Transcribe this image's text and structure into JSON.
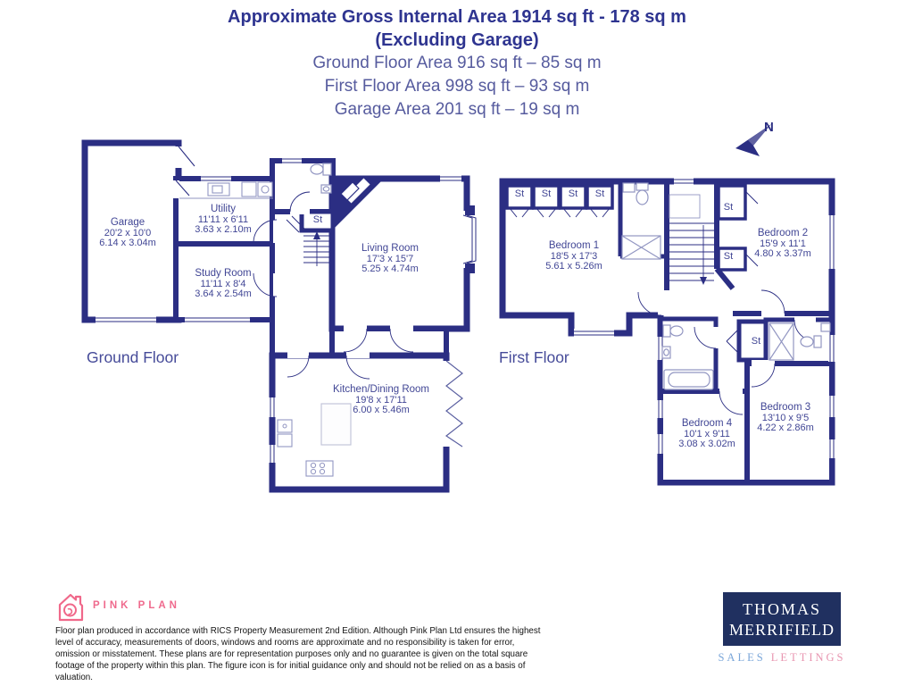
{
  "header": {
    "line1": "Approximate Gross Internal Area 1914 sq ft - 178 sq m",
    "line2": "(Excluding Garage)",
    "line3": "Ground Floor Area 916 sq ft – 85 sq m",
    "line4": "First Floor Area 998 sq ft – 93 sq m",
    "line5": "Garage Area 201 sq ft – 19 sq m"
  },
  "compass": {
    "label": "N"
  },
  "ground_floor": {
    "label": "Ground Floor",
    "storage_label": "St",
    "rooms": {
      "garage": {
        "name": "Garage",
        "imperial": "20'2 x 10'0",
        "metric": "6.14 x 3.04m"
      },
      "utility": {
        "name": "Utility",
        "imperial": "11'11 x 6'11",
        "metric": "3.63 x 2.10m"
      },
      "study_room": {
        "name": "Study Room",
        "imperial": "11'11 x 8'4",
        "metric": "3.64 x 2.54m"
      },
      "living_room": {
        "name": "Living Room",
        "imperial": "17'3 x 15'7",
        "metric": "5.25 x 4.74m"
      },
      "kitchen_dining": {
        "name": "Kitchen/Dining Room",
        "imperial": "19'8 x 17'11",
        "metric": "6.00 x 5.46m"
      }
    }
  },
  "first_floor": {
    "label": "First Floor",
    "storage_label": "St",
    "rooms": {
      "bedroom1": {
        "name": "Bedroom 1",
        "imperial": "18'5 x 17'3",
        "metric": "5.61 x 5.26m"
      },
      "bedroom2": {
        "name": "Bedroom 2",
        "imperial": "15'9 x 11'1",
        "metric": "4.80 x 3.37m"
      },
      "bedroom3": {
        "name": "Bedroom 3",
        "imperial": "13'10 x 9'5",
        "metric": "4.22 x 2.86m"
      },
      "bedroom4": {
        "name": "Bedroom 4",
        "imperial": "10'1 x 9'11",
        "metric": "3.08 x 3.02m"
      }
    }
  },
  "footer": {
    "pink_plan_brand": "PINK PLAN",
    "disclaimer": "Floor plan produced in accordance with RICS Property Measurement 2nd Edition. Although Pink Plan Ltd ensures the highest level of accuracy, measurements of doors, windows and rooms are approximate and no responsibility is taken for error, omission or misstatement. These plans are for representation purposes only and no guarantee is given on the total square footage of the property within this plan. The figure icon is for initial guidance only and should not be relied on as a basis of valuation.",
    "agent": {
      "name_line1": "THOMAS",
      "name_line2": "MERRIFIELD",
      "tagline_sales": "SALES",
      "tagline_lettings": "LETTINGS"
    }
  },
  "colors": {
    "wall": "#2b2e83",
    "label_text": "#414695",
    "title_navy": "#2e3490",
    "pink": "#ef6a8d",
    "agent_navy": "#203060",
    "sales_blue": "#7aa6d9",
    "lettings_pink": "#e895b0"
  }
}
